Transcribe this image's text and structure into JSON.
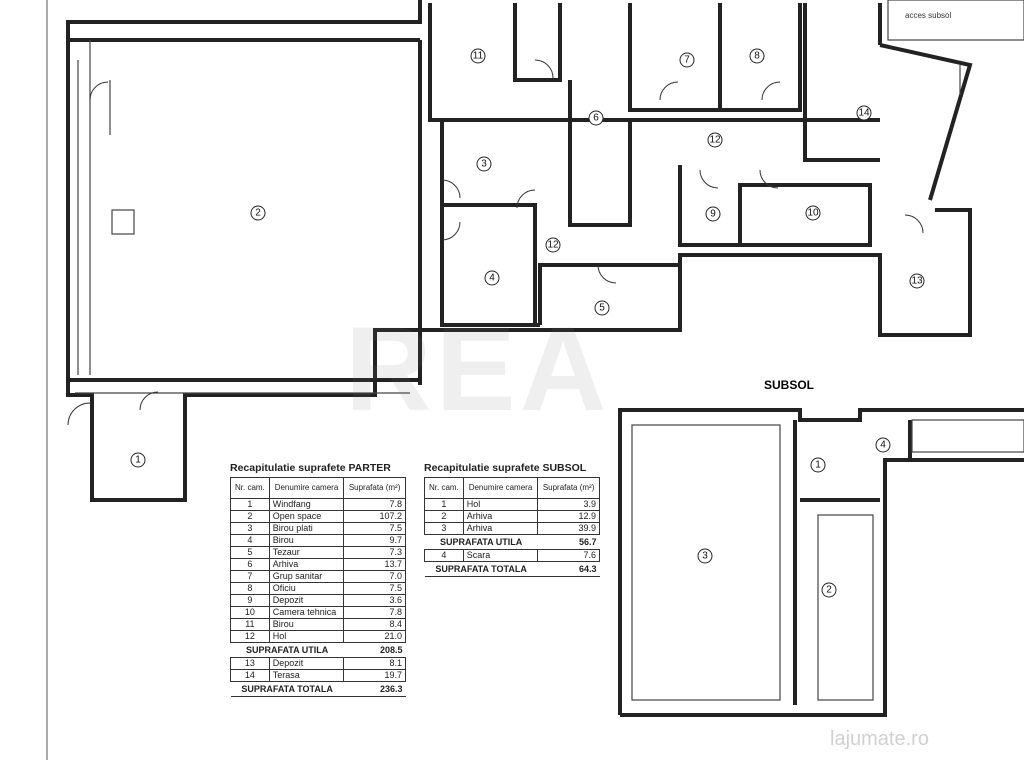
{
  "labels": {
    "subsol": "SUBSOL",
    "acces_subsol": "acces subsol",
    "watermark_brand": "REA",
    "watermark_site": "lajumate.ro"
  },
  "rooms_parter": [
    "1",
    "2",
    "3",
    "4",
    "5",
    "6",
    "7",
    "8",
    "9",
    "10",
    "11",
    "12",
    "12",
    "13",
    "14"
  ],
  "rooms_subsol": [
    "1",
    "2",
    "3",
    "4"
  ],
  "parter": {
    "title": "Recapitulatie suprafete PARTER",
    "headers": [
      "Nr. cam.",
      "Denumire camera",
      "Suprafata (m²)"
    ],
    "rows": [
      [
        "1",
        "Windfang",
        "7.8"
      ],
      [
        "2",
        "Open space",
        "107.2"
      ],
      [
        "3",
        "Birou plati",
        "7.5"
      ],
      [
        "4",
        "Birou",
        "9.7"
      ],
      [
        "5",
        "Tezaur",
        "7.3"
      ],
      [
        "6",
        "Arhiva",
        "13.7"
      ],
      [
        "7",
        "Grup sanitar",
        "7.0"
      ],
      [
        "8",
        "Oficiu",
        "7.5"
      ],
      [
        "9",
        "Depozit",
        "3.6"
      ],
      [
        "10",
        "Camera tehnica",
        "7.8"
      ],
      [
        "11",
        "Birou",
        "8.4"
      ],
      [
        "12",
        "Hol",
        "21.0"
      ]
    ],
    "utila_label": "SUPRAFATA UTILA",
    "utila": "208.5",
    "extra_rows": [
      [
        "13",
        "Depozit",
        "8.1"
      ],
      [
        "14",
        "Terasa",
        "19.7"
      ]
    ],
    "totala_label": "SUPRAFATA TOTALA",
    "totala": "236.3"
  },
  "subsol": {
    "title": "Recapitulatie suprafete SUBSOL",
    "headers": [
      "Nr. cam.",
      "Denumire camera",
      "Suprafata (m²)"
    ],
    "rows": [
      [
        "1",
        "Hol",
        "3.9"
      ],
      [
        "2",
        "Arhiva",
        "12.9"
      ],
      [
        "3",
        "Arhiva",
        "39.9"
      ]
    ],
    "utila_label": "SUPRAFATA UTILA",
    "utila": "56.7",
    "extra_rows": [
      [
        "4",
        "Scara",
        "7.6"
      ]
    ],
    "totala_label": "SUPRAFATA TOTALA",
    "totala": "64.3"
  }
}
